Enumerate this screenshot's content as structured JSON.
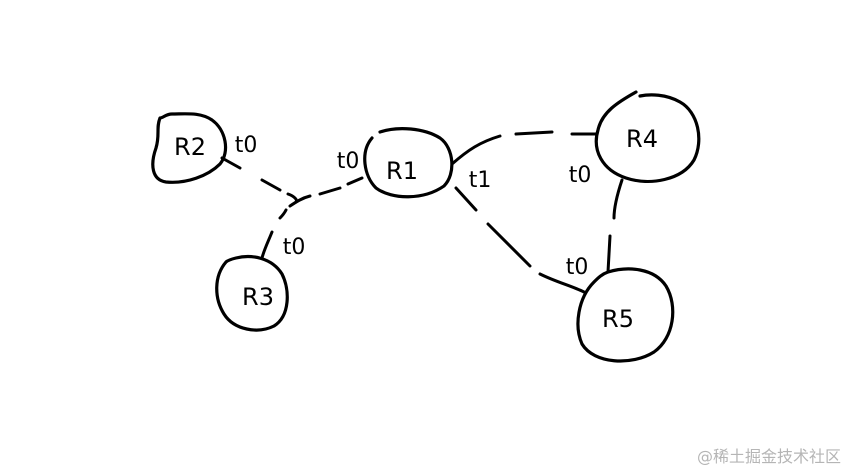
{
  "nodes": {
    "r1": "R1",
    "r2": "R2",
    "r3": "R3",
    "r4": "R4",
    "r5": "R5"
  },
  "ports": {
    "r2_port": "t0",
    "r1_left_port": "t0",
    "r3_port": "t0",
    "r1_right_port": "t1",
    "r4_port": "t0",
    "r5_port": "t0"
  },
  "watermark": "@稀土掘金技术社区",
  "colors": {
    "ink": "#000000",
    "background": "#ffffff",
    "watermark": "#b5b5b5"
  }
}
